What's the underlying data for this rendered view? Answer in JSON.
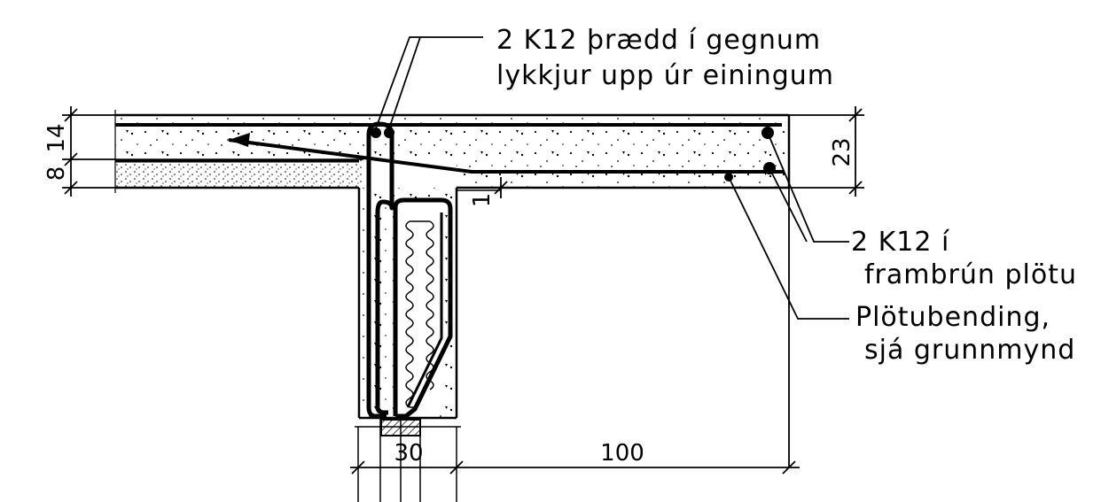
{
  "annotations": {
    "top_bars_line1": "2 K12 þrædd í gegnum",
    "top_bars_line2": "lykkjur upp úr einingum",
    "edge_bars_line1": "2 K12 í",
    "edge_bars_line2": "frambrún plötu",
    "slab_bend_line1": "Plötubending,",
    "slab_bend_line2": "sjá grunnmynd"
  },
  "dimensions": {
    "slab_top_layer": "14",
    "slab_bottom_layer": "8",
    "slab_total": "23",
    "gap": "1",
    "beam_width": "30",
    "cantilever": "100"
  },
  "colors": {
    "line": "#000000",
    "background": "#ffffff"
  }
}
